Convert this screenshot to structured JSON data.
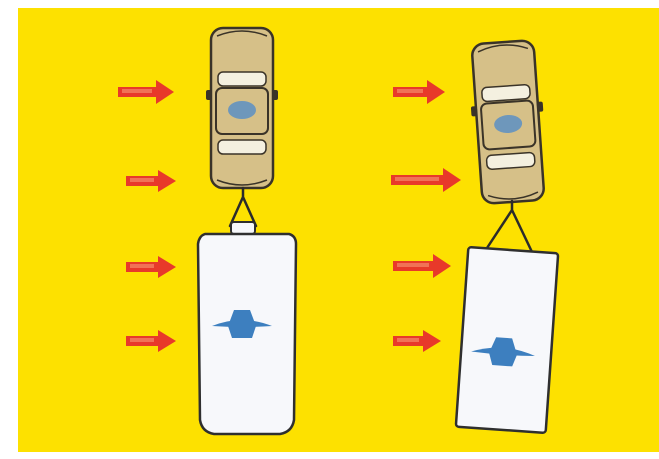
{
  "colors": {
    "background": "#fde100",
    "border": "#ffffff",
    "arrow": "#e8392a",
    "arrow_highlight": "#f58a6a",
    "car_body": "#d6c088",
    "car_outline": "#3a3328",
    "car_glass": "#f4f0e0",
    "car_seat": "#5c8fc4",
    "trailer_body": "#f7f8fb",
    "trailer_outline": "#2f2f2f",
    "trailer_vent": "#3d7fbf",
    "tow_bar": "#2b2b2b"
  },
  "icons": {
    "wind_arrow": "right-arrow-icon",
    "car": "car-top-view-icon",
    "trailer": "caravan-trailer-icon",
    "roof_vent": "roof-vent-icon"
  },
  "panels": [
    {
      "name": "stable-towing",
      "arrow_count": 4
    },
    {
      "name": "crosswind-sway",
      "arrow_count": 4
    }
  ]
}
